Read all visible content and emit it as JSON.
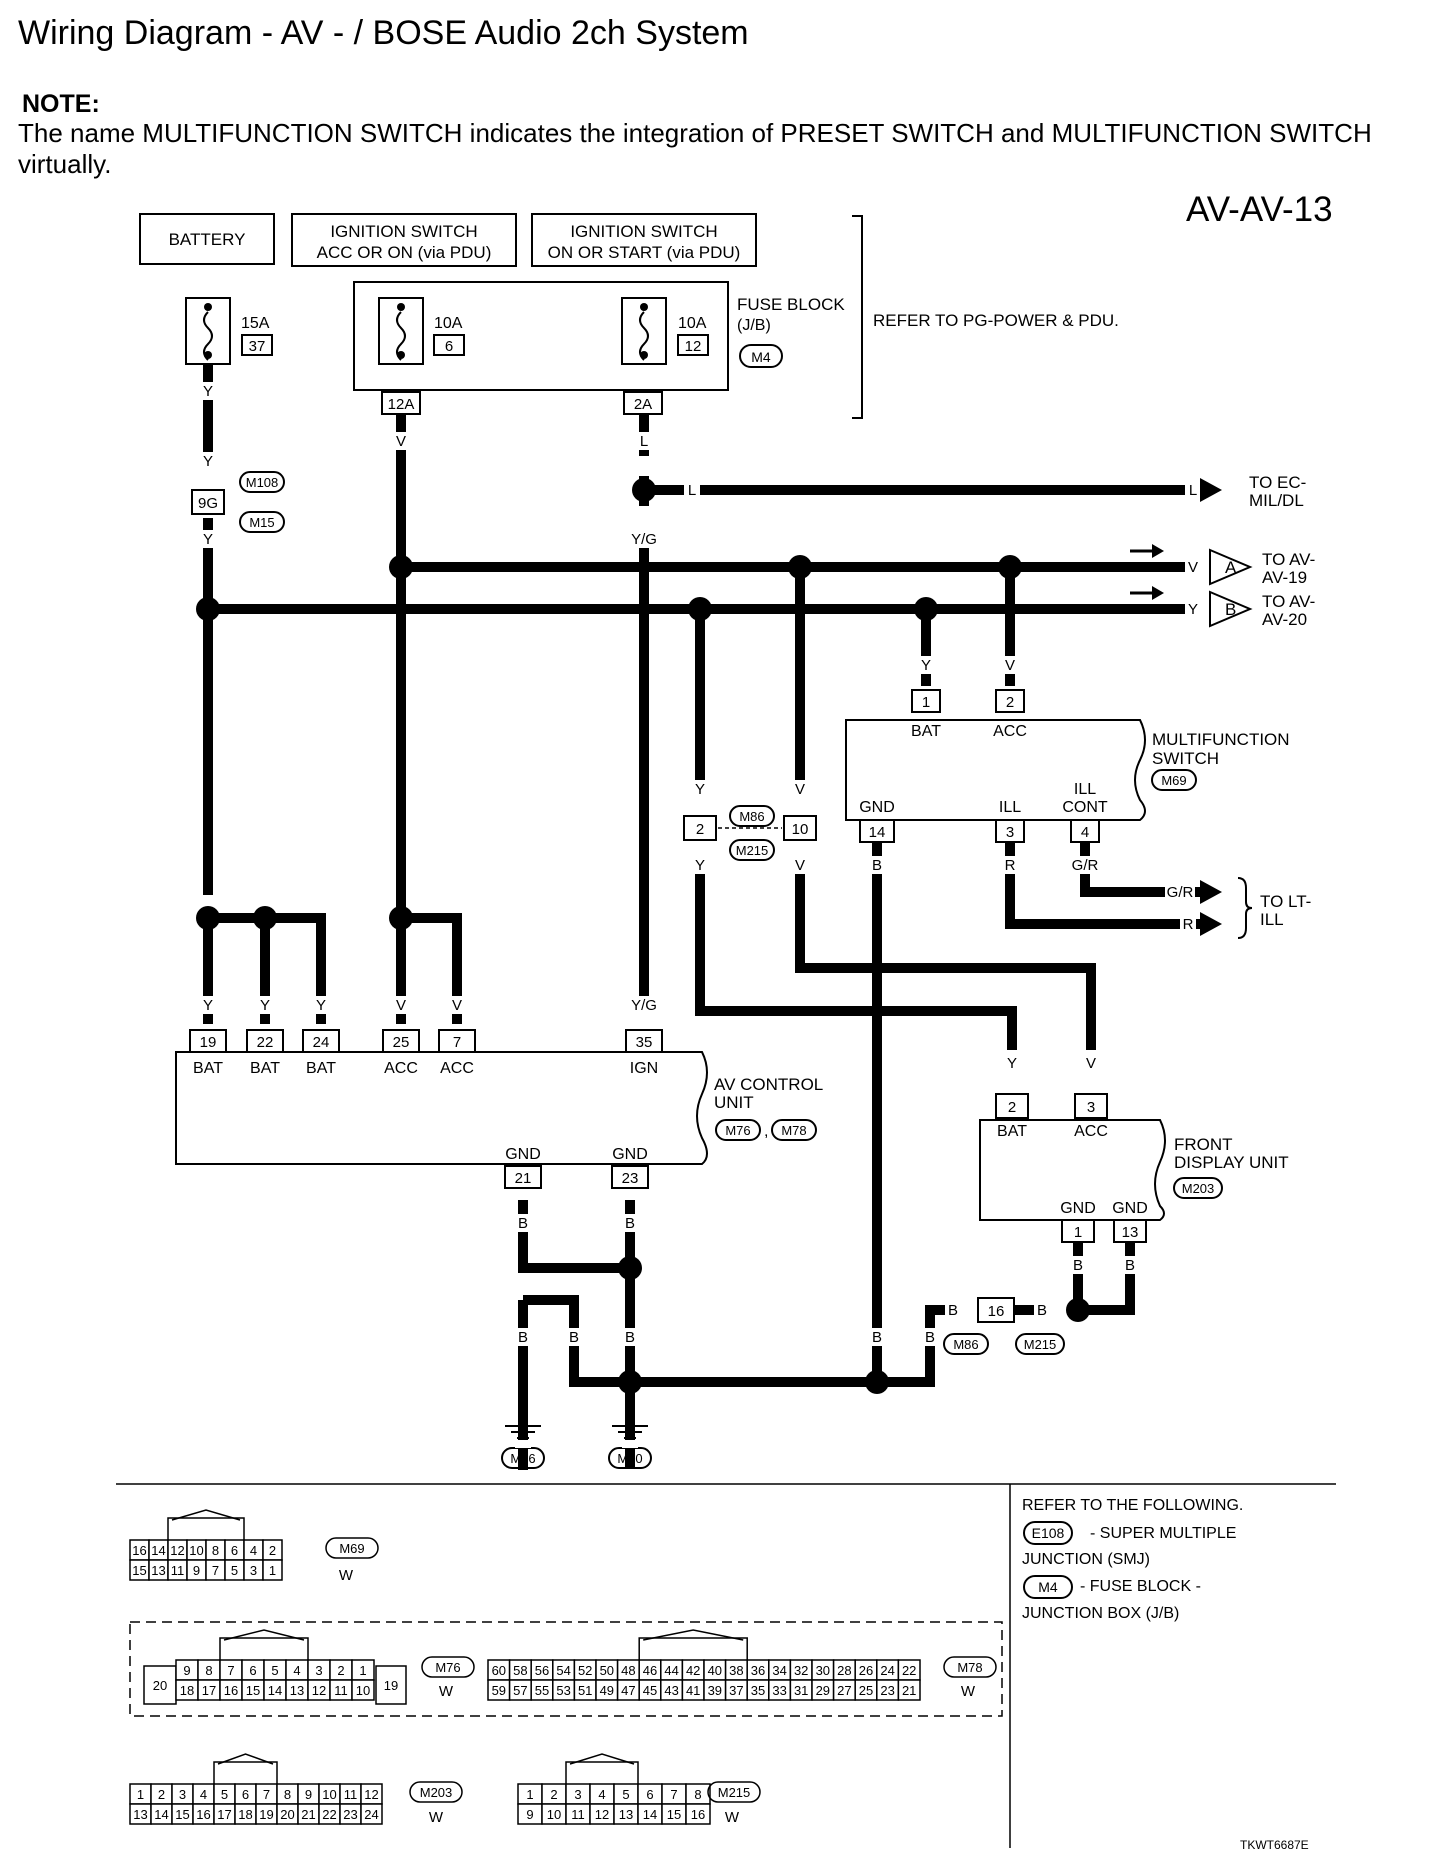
{
  "header": {
    "title": "Wiring Diagram - AV - / BOSE Audio 2ch System",
    "note_head": "NOTE:",
    "note_text": "The name MULTIFUNCTION SWITCH indicates the integration of PRESET SWITCH and MULTIFUNCTION SWITCH virtually.",
    "page_code": "AV-AV-13"
  },
  "power": {
    "battery": "BATTERY",
    "ign1_line1": "IGNITION SWITCH",
    "ign1_line2": "ACC OR ON (via PDU)",
    "ign2_line1": "IGNITION SWITCH",
    "ign2_line2": "ON OR START (via PDU)",
    "fuse1_amp": "15A",
    "fuse1_num": "37",
    "fuse2_amp": "10A",
    "fuse2_num": "6",
    "fuse3_amp": "10A",
    "fuse3_num": "12",
    "fuse_block_l1": "FUSE BLOCK",
    "fuse_block_l2": "(J/B)",
    "fuse_block_conn": "M4",
    "refer_pdu": "REFER TO PG-POWER & PDU.",
    "term_12a": "12A",
    "term_2a": "2A"
  },
  "wires": {
    "Y": "Y",
    "V": "V",
    "L": "L",
    "YG": "Y/G",
    "B": "B",
    "R": "R",
    "GR": "G/R"
  },
  "junction_9g": {
    "pin": "9G",
    "conn1": "M108",
    "conn2": "M15"
  },
  "offpage": {
    "ec_l1": "TO EC-",
    "ec_l2": "MIL/DL",
    "a_letter": "A",
    "a_l1": "TO AV-",
    "a_l2": "AV-19",
    "b_letter": "B",
    "b_l1": "TO AV-",
    "b_l2": "AV-20",
    "lt_l1": "TO LT-",
    "lt_l2": "ILL"
  },
  "inline_conn": {
    "pin_y": "2",
    "pin_v": "10",
    "conn1": "M86",
    "conn2": "M215"
  },
  "multifunction_switch": {
    "name_l1": "MULTIFUNCTION",
    "name_l2": "SWITCH",
    "conn": "M69",
    "pin1": "1",
    "pin1_label": "BAT",
    "pin2": "2",
    "pin2_label": "ACC",
    "pin14": "14",
    "pin14_label": "GND",
    "pin3": "3",
    "pin3_label": "ILL",
    "pin4": "4",
    "pin4_label_l1": "ILL",
    "pin4_label_l2": "CONT"
  },
  "av_control_unit": {
    "name_l1": "AV CONTROL",
    "name_l2": "UNIT",
    "conn1": "M76",
    "conn2": "M78",
    "sep": ",",
    "pins": [
      "19",
      "22",
      "24",
      "25",
      "7",
      "35"
    ],
    "pin_labels": [
      "BAT",
      "BAT",
      "BAT",
      "ACC",
      "ACC",
      "IGN"
    ],
    "gnd_pins": [
      "21",
      "23"
    ],
    "gnd_label": "GND"
  },
  "front_display_unit": {
    "name_l1": "FRONT",
    "name_l2": "DISPLAY UNIT",
    "conn": "M203",
    "pin2": "2",
    "pin2_label": "BAT",
    "pin3": "3",
    "pin3_label": "ACC",
    "gnd_pins": [
      "1",
      "13"
    ],
    "gnd_label": "GND"
  },
  "ground": {
    "g16_pin": "16",
    "g16_conn1": "M86",
    "g16_conn2": "M215",
    "ground1": "M16",
    "ground2": "M70"
  },
  "legend": {
    "refer_head": "REFER TO THE FOLLOWING.",
    "e108": "E108",
    "e108_desc_l1": "- SUPER MULTIPLE",
    "e108_desc_l2": "JUNCTION (SMJ)",
    "m4": "M4",
    "m4_desc_l1": "- FUSE BLOCK -",
    "m4_desc_l2": "JUNCTION BOX (J/B)"
  },
  "connectors": {
    "m69": {
      "name": "M69",
      "color": "W",
      "top": [
        "16",
        "14",
        "12",
        "10",
        "8",
        "6",
        "4",
        "2"
      ],
      "bottom": [
        "15",
        "13",
        "11",
        "9",
        "7",
        "5",
        "3",
        "1"
      ]
    },
    "m76": {
      "name": "M76",
      "color": "W",
      "left": "20",
      "right": "19",
      "top": [
        "9",
        "8",
        "7",
        "6",
        "5",
        "4",
        "3",
        "2",
        "1"
      ],
      "bottom": [
        "18",
        "17",
        "16",
        "15",
        "14",
        "13",
        "12",
        "11",
        "10"
      ]
    },
    "m78": {
      "name": "M78",
      "color": "W",
      "top": [
        "60",
        "58",
        "56",
        "54",
        "52",
        "50",
        "48",
        "46",
        "44",
        "42",
        "40",
        "38",
        "36",
        "34",
        "32",
        "30",
        "28",
        "26",
        "24",
        "22"
      ],
      "bottom": [
        "59",
        "57",
        "55",
        "53",
        "51",
        "49",
        "47",
        "45",
        "43",
        "41",
        "39",
        "37",
        "35",
        "33",
        "31",
        "29",
        "27",
        "25",
        "23",
        "21"
      ]
    },
    "m203": {
      "name": "M203",
      "color": "W",
      "top": [
        "1",
        "2",
        "3",
        "4",
        "5",
        "6",
        "7",
        "8",
        "9",
        "10",
        "11",
        "12"
      ],
      "bottom": [
        "13",
        "14",
        "15",
        "16",
        "17",
        "18",
        "19",
        "20",
        "21",
        "22",
        "23",
        "24"
      ]
    },
    "m215": {
      "name": "M215",
      "color": "W",
      "top": [
        "1",
        "2",
        "3",
        "4",
        "5",
        "6",
        "7",
        "8"
      ],
      "bottom": [
        "9",
        "10",
        "11",
        "12",
        "13",
        "14",
        "15",
        "16"
      ]
    }
  },
  "footer": {
    "doc_code": "TKWT6687E"
  }
}
